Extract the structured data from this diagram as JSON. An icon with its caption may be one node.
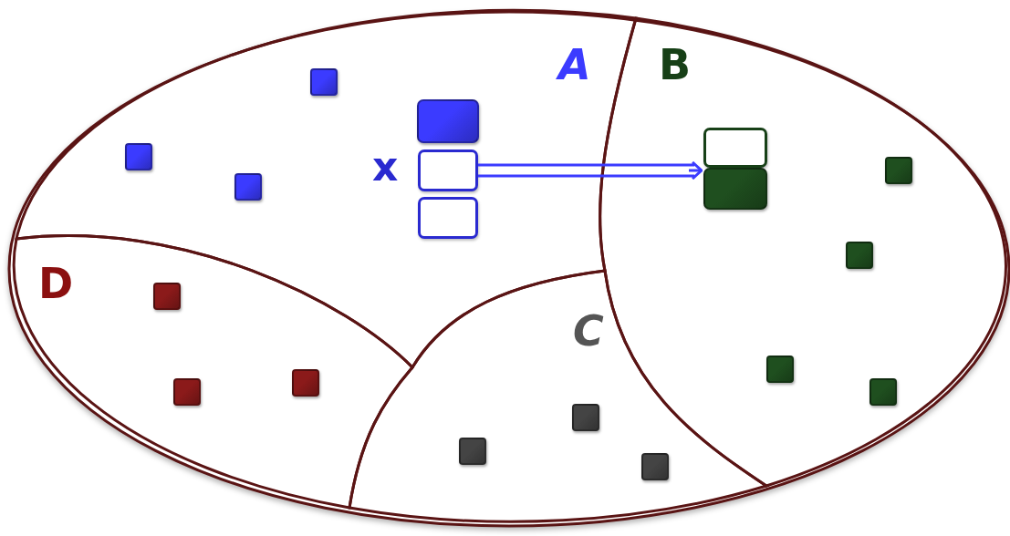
{
  "diagram": {
    "nodes": [
      {
        "text": [],
        "shape": "ellipse"
      },
      {
        "text": [
          "A"
        ],
        "in": 0
      },
      {
        "text": [],
        "shape": "box",
        "in": 1
      },
      {
        "text": [],
        "shape": "box",
        "in": 1
      },
      {
        "text": [],
        "shape": "box",
        "in": 1
      },
      {
        "text": [],
        "shape": "box",
        "in": 1
      },
      {
        "text": [],
        "shape": "box",
        "in": 1,
        "beside": [
          "x"
        ]
      },
      {
        "text": [],
        "shape": "box",
        "in": 1
      },
      {
        "text": [
          "B"
        ],
        "in": 0
      },
      {
        "text": [],
        "shape": "box",
        "in": 8
      },
      {
        "text": [],
        "shape": "box",
        "in": 8
      },
      {
        "text": [],
        "shape": "box",
        "in": 8
      },
      {
        "text": [],
        "shape": "box",
        "in": 8
      },
      {
        "text": [],
        "shape": "box",
        "in": 8
      },
      {
        "text": [],
        "shape": "box",
        "in": 8
      },
      {
        "text": [
          "C"
        ],
        "in": 0
      },
      {
        "text": [],
        "shape": "box",
        "in": 15
      },
      {
        "text": [],
        "shape": "box",
        "in": 15
      },
      {
        "text": [],
        "shape": "box",
        "in": 15
      },
      {
        "text": [
          "D"
        ],
        "in": 0
      },
      {
        "text": [],
        "shape": "box",
        "in": 19
      },
      {
        "text": [],
        "shape": "box",
        "in": 19
      },
      {
        "text": [],
        "shape": "box",
        "in": 19
      }
    ],
    "edges": [
      {
        "from": 6,
        "to": 10,
        "arrow": "to"
      }
    ]
  }
}
